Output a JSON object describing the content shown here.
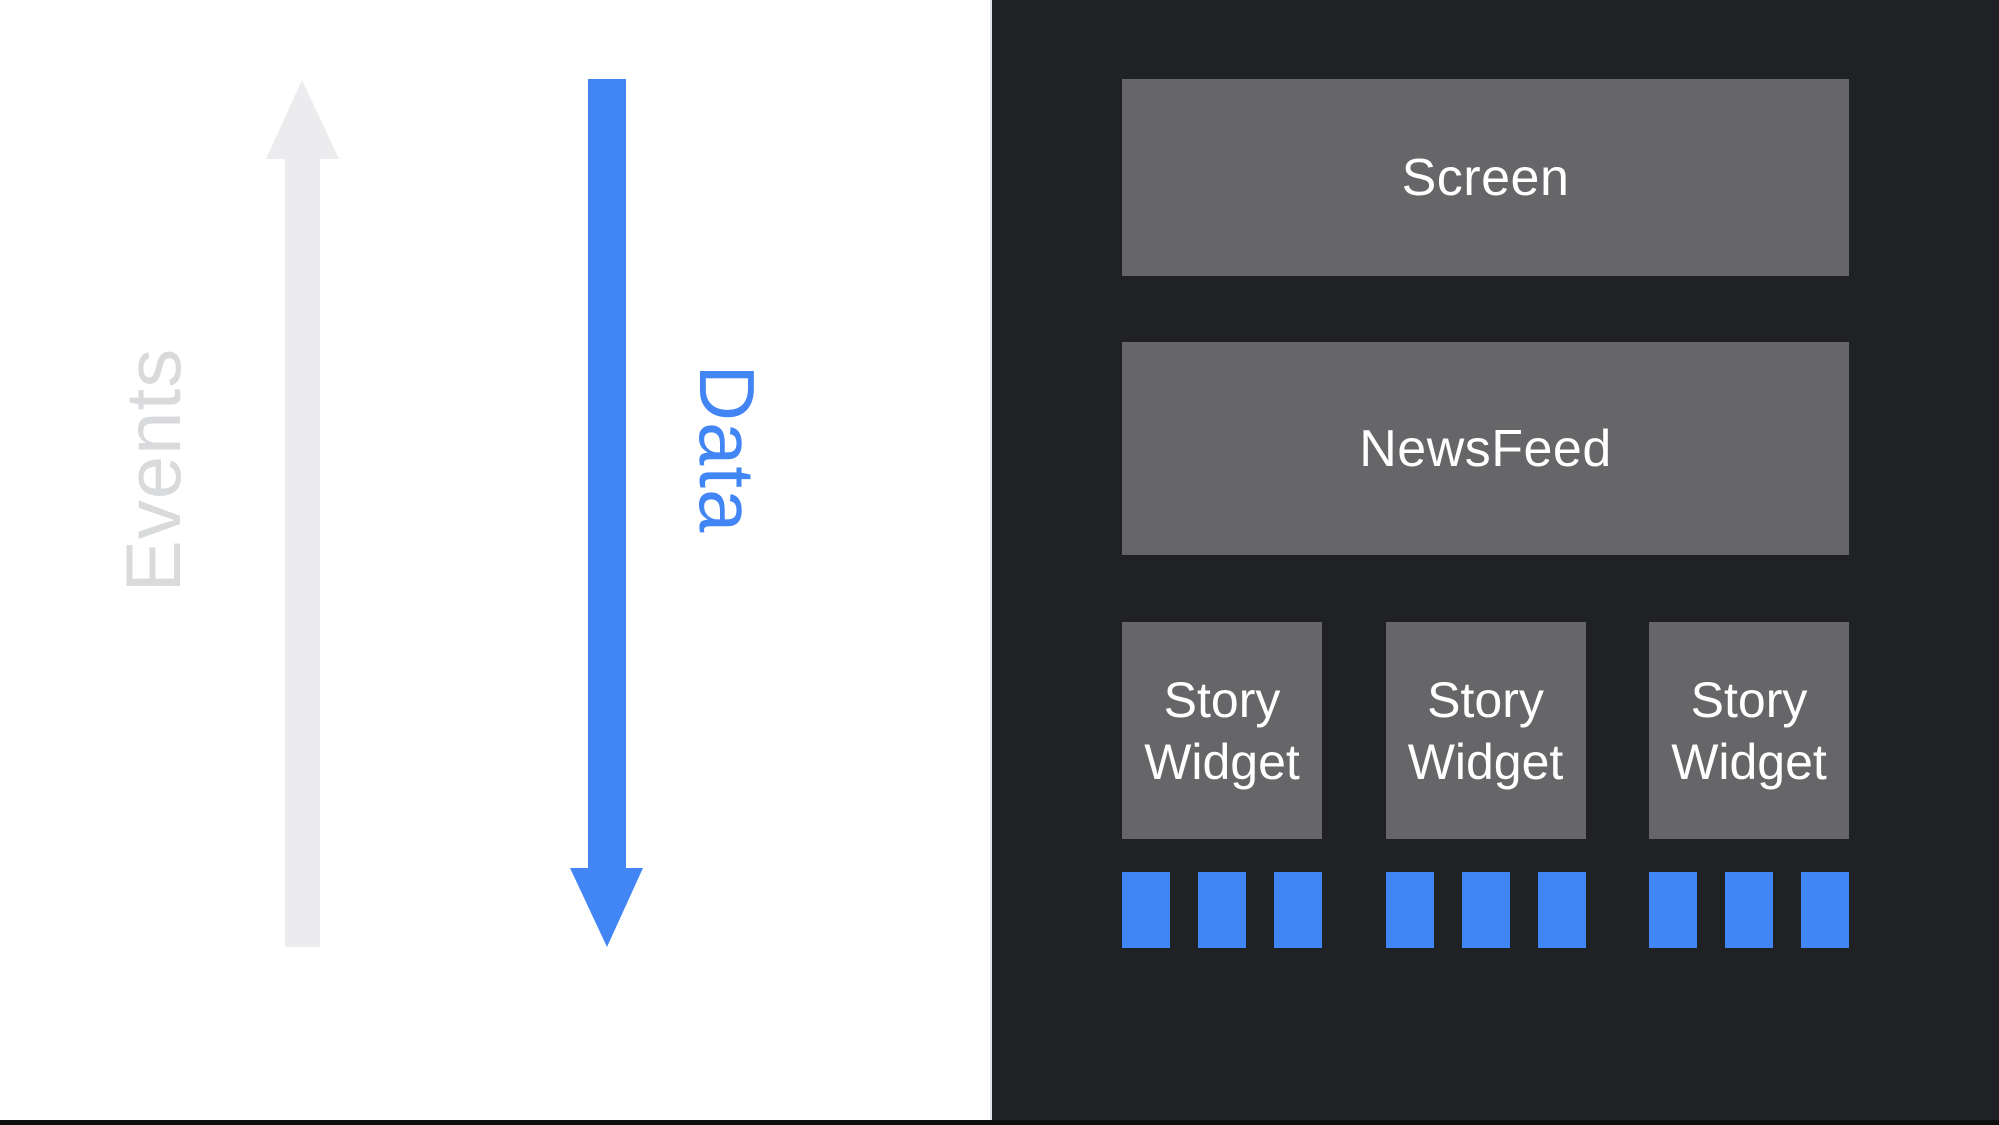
{
  "left_panel": {
    "events_label": "Events",
    "data_label": "Data",
    "events_arrow_direction": "up",
    "data_arrow_direction": "down"
  },
  "right_panel": {
    "screen_label": "Screen",
    "newsfeed_label": "NewsFeed",
    "story_widgets": [
      {
        "line1": "Story",
        "line2": "Widget"
      },
      {
        "line1": "Story",
        "line2": "Widget"
      },
      {
        "line1": "Story",
        "line2": "Widget"
      }
    ],
    "data_squares_per_widget": 3
  },
  "colors": {
    "left-bg": "#ffffff",
    "events-arrow": "#ececee",
    "events-text": "#d9dadc",
    "data-blue": "#4285f4",
    "panel-dark": "#202124",
    "box-gray": "#666669",
    "box-text": "#ffffff",
    "bottom-line": "#0d0e10"
  }
}
